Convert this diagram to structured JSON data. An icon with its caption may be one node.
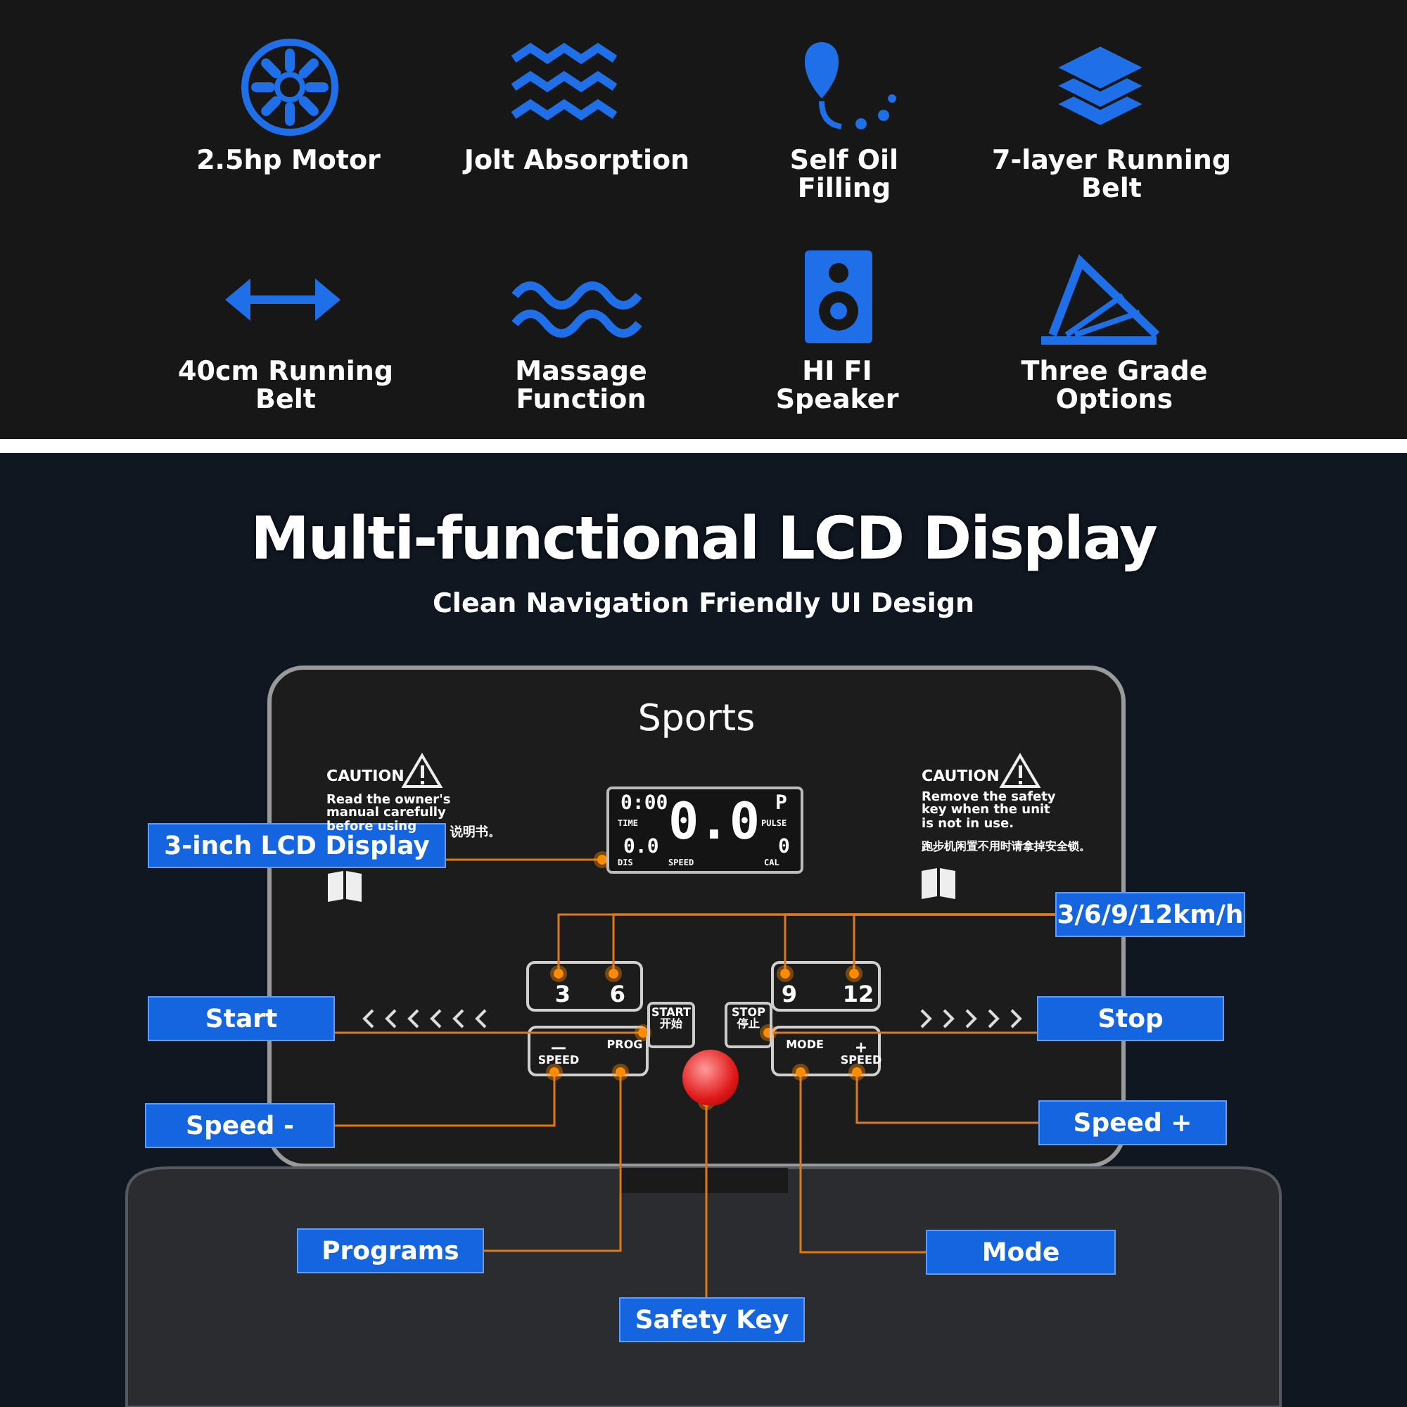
{
  "diagram": {
    "title": "Multi-functional LCD Display",
    "nodes": [
      {
        "text": [
          "Sports"
        ]
      },
      {
        "text": [
          "0:00",
          "TIME",
          "0.0",
          "P",
          "PULSE",
          "0.0",
          "DIS",
          "SPEED",
          "0",
          "CAL"
        ],
        "in": 0
      },
      {
        "text": [
          "3"
        ],
        "in": 0
      },
      {
        "text": [
          "6"
        ],
        "in": 0
      },
      {
        "text": [
          "START",
          "开始"
        ],
        "in": 0
      },
      {
        "text": [
          "—",
          "SPEED"
        ],
        "in": 0
      },
      {
        "text": [
          "PROG"
        ],
        "in": 0
      },
      {
        "text": [],
        "shape": "circle",
        "in": 0
      },
      {
        "text": [
          "STOP",
          "停止"
        ],
        "in": 0
      },
      {
        "text": [
          "9"
        ],
        "in": 0
      },
      {
        "text": [
          "12"
        ],
        "in": 0
      },
      {
        "text": [
          "MODE"
        ],
        "in": 0
      },
      {
        "text": [
          "+",
          "SPEED"
        ],
        "in": 0
      },
      {
        "text": [
          "3-inch LCD Display"
        ]
      },
      {
        "text": [
          "3/6/9/12km/h"
        ]
      },
      {
        "text": [
          "Start"
        ]
      },
      {
        "text": [
          "Stop"
        ]
      },
      {
        "text": [
          "Speed -"
        ]
      },
      {
        "text": [
          "Speed +"
        ]
      },
      {
        "text": [
          "Programs"
        ]
      },
      {
        "text": [
          "Mode"
        ]
      },
      {
        "text": [
          "Safety Key"
        ]
      }
    ],
    "edges": [
      {
        "from": 13,
        "to": 1,
        "arrow": "other"
      },
      {
        "from": 14,
        "to": 2,
        "arrow": "other"
      },
      {
        "from": 14,
        "to": 3,
        "arrow": "other"
      },
      {
        "from": 14,
        "to": 9,
        "arrow": "other"
      },
      {
        "from": 14,
        "to": 10,
        "arrow": "other"
      },
      {
        "from": 15,
        "to": 4,
        "arrow": "other"
      },
      {
        "from": 16,
        "to": 8,
        "arrow": "other"
      },
      {
        "from": 17,
        "to": 5,
        "arrow": "other"
      },
      {
        "from": 18,
        "to": 12,
        "arrow": "other"
      },
      {
        "from": 19,
        "to": 6,
        "arrow": "other"
      },
      {
        "from": 20,
        "to": 11,
        "arrow": "other"
      },
      {
        "from": 21,
        "to": 7,
        "arrow": "other"
      }
    ],
    "labels": [
      "2.5hp Motor",
      "Jolt Absorption",
      "Self Oil Filling",
      "7-layer Running Belt",
      "40cm Running Belt",
      "Massage Function",
      "HI FI Speaker",
      "Three Grade Options",
      "Clean Navigation Friendly UI Design",
      "CAUTION",
      "Read the owner's manual carefully before using",
      "说明书。",
      "CAUTION",
      "Remove the safety key when the unit is not in use.",
      "跑步机闲置不用时请拿掉安全锁。"
    ]
  }
}
